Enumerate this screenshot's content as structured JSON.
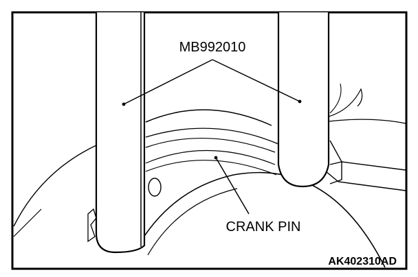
{
  "labels": {
    "tool": "MB992010",
    "part": "CRANK PIN",
    "figure_code": "AK402310AD"
  },
  "colors": {
    "line": "#000000",
    "background": "#ffffff"
  }
}
